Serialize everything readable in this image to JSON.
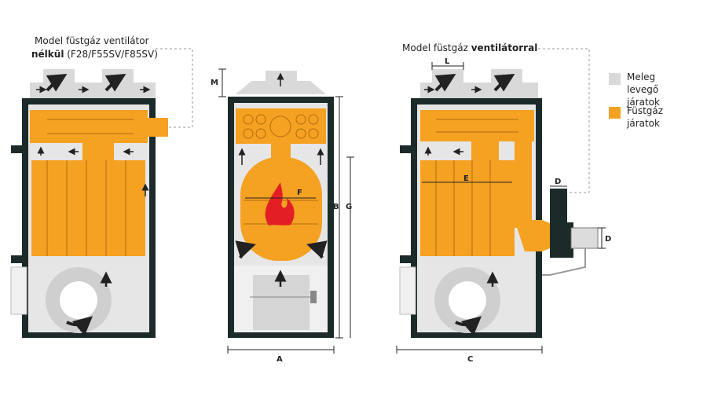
{
  "captions": {
    "left_line1": "Model füstgáz ventilátor",
    "left_bold": "nélkül",
    "left_rest": " (F28/F55SV/F85SV)",
    "right_plain": "Model füstgáz ",
    "right_bold": "ventilátorral"
  },
  "legend": [
    {
      "label": "Meleg levegő járatok",
      "color": "#d9d9d9"
    },
    {
      "label": "Füstgáz járatok",
      "color": "#f5a122"
    }
  ],
  "dimensions": {
    "A": "A",
    "B": "B",
    "C": "C",
    "D": "D",
    "E": "E",
    "F": "F",
    "G": "G",
    "L": "L",
    "M": "M"
  },
  "colors": {
    "flue": "#f5a122",
    "air": "#d9d9d9",
    "frame": "#1c2a2a",
    "flame": "#e31e24"
  }
}
